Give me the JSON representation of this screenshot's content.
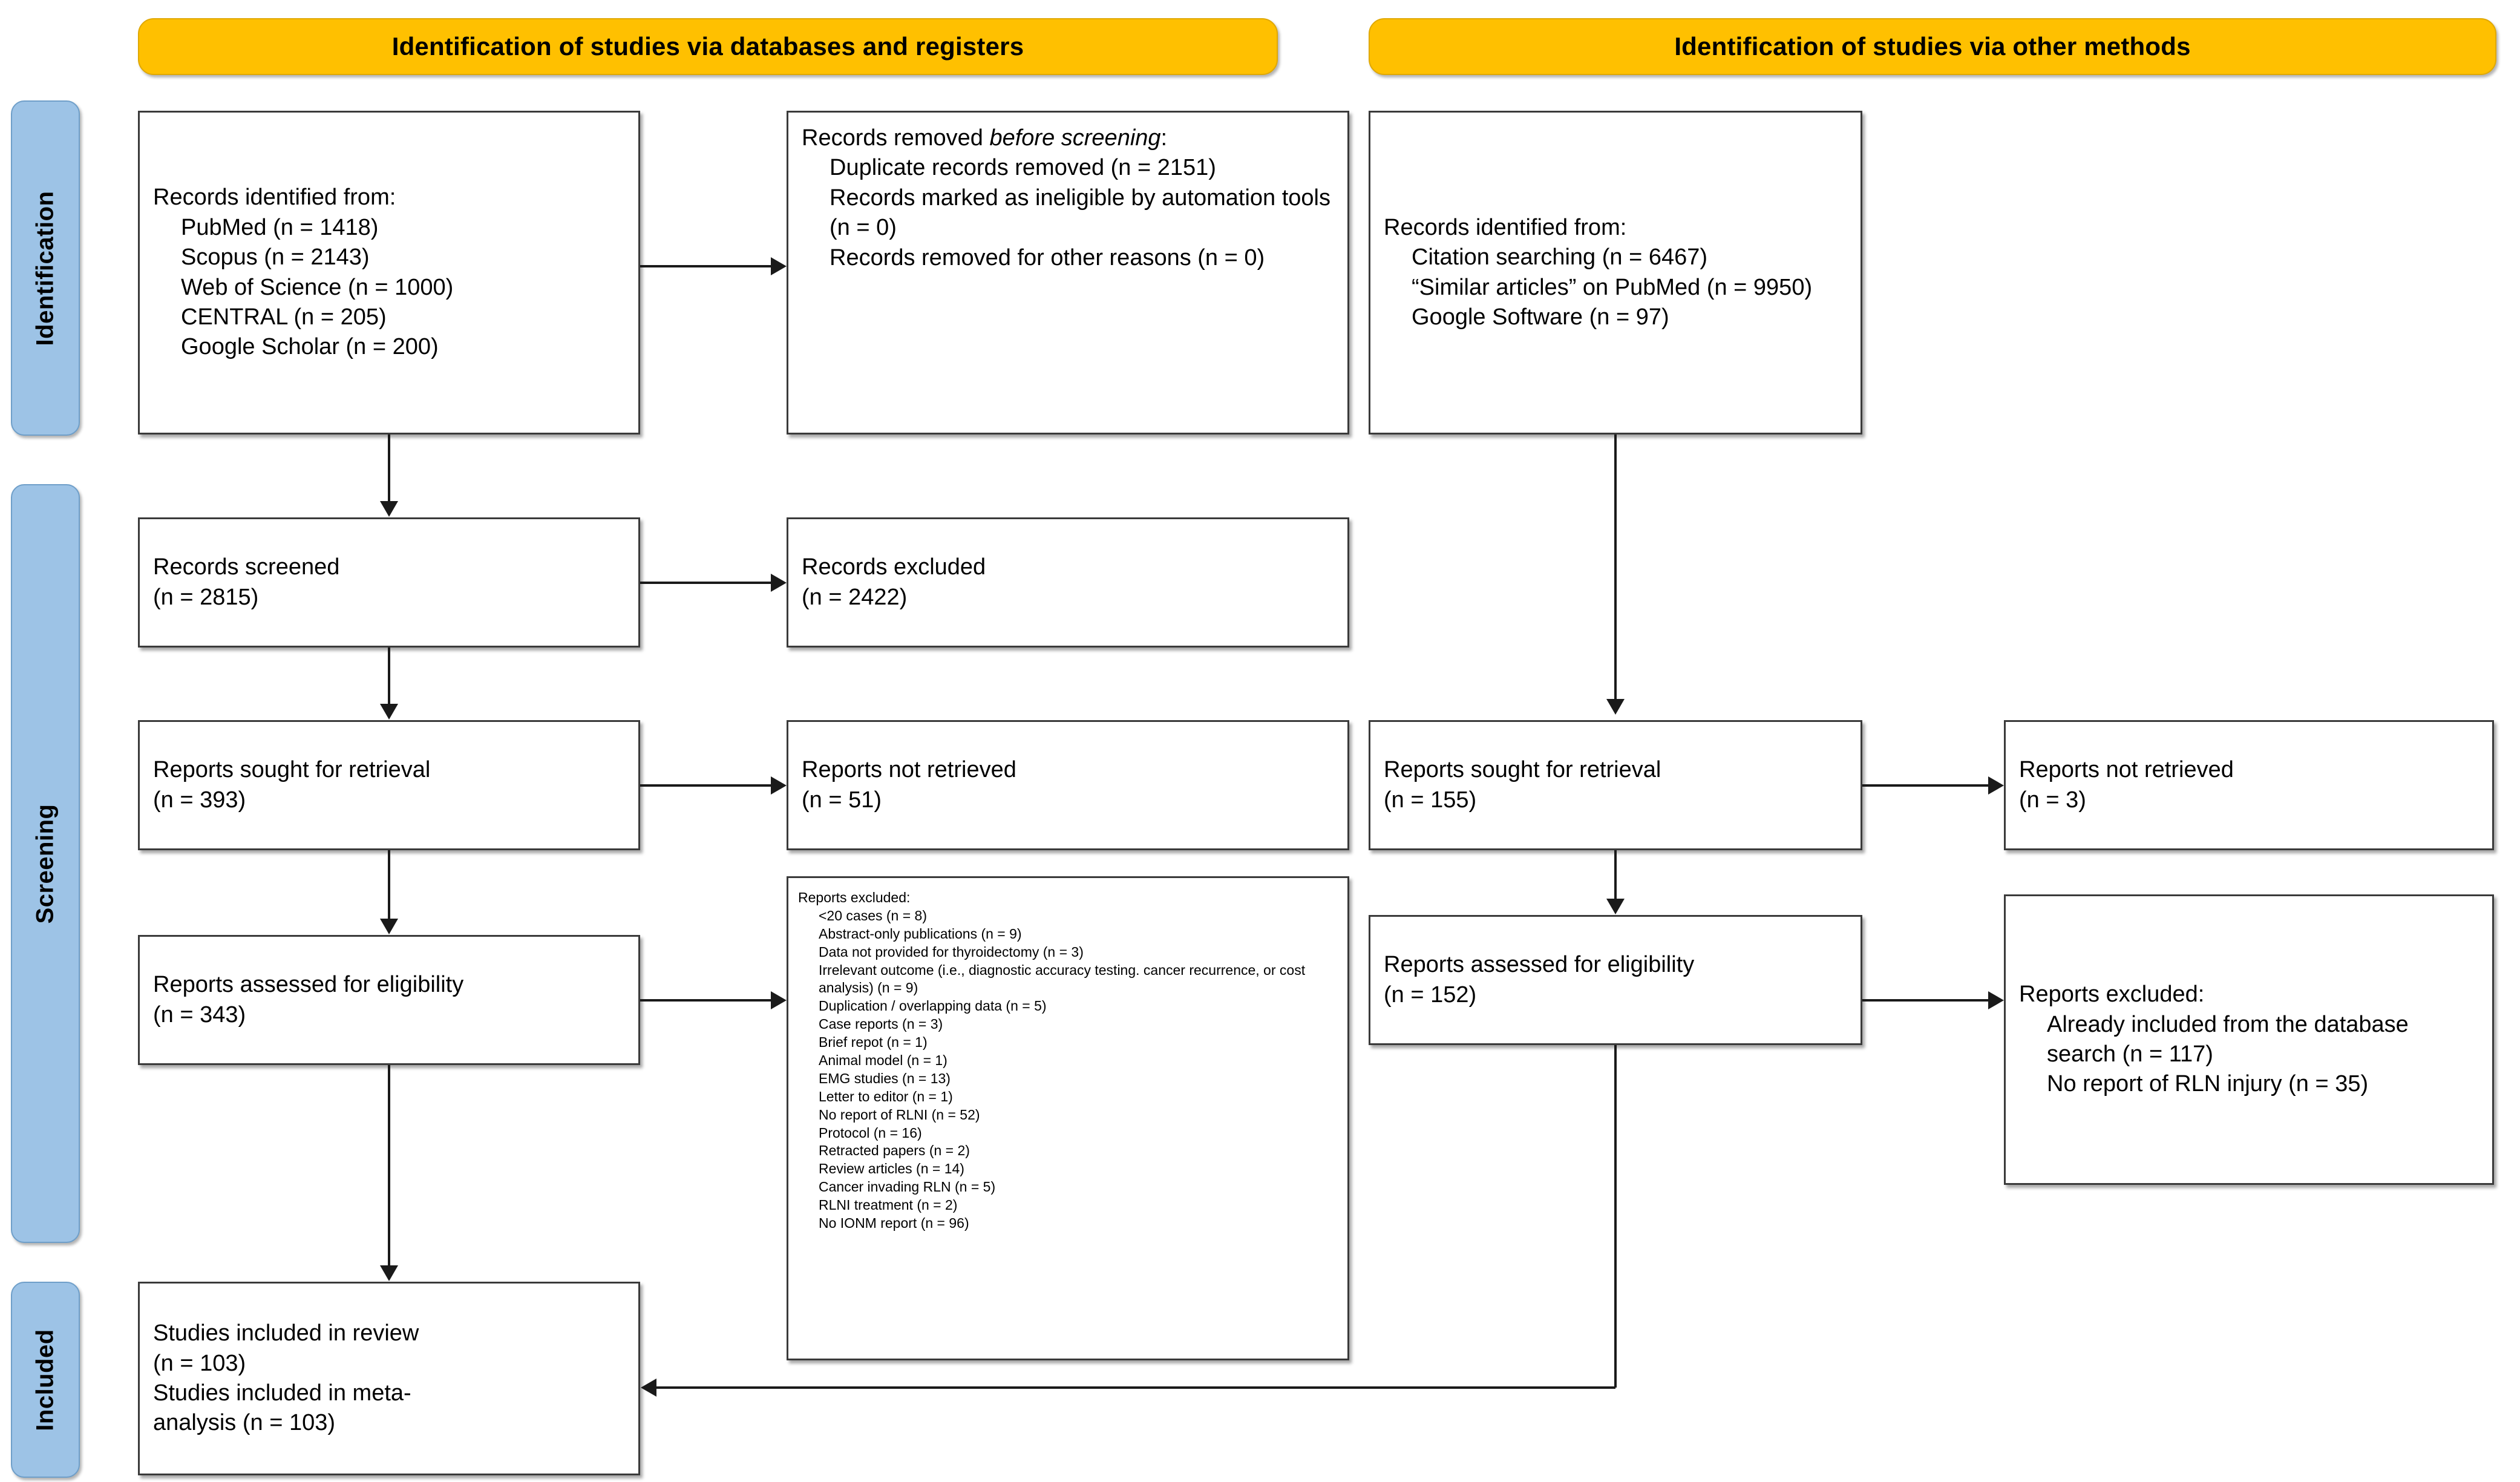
{
  "colors": {
    "banner_fill": "#FFC000",
    "stagebar_fill": "#9DC3E6",
    "box_border": "#3A3A3A",
    "connector": "#1A1A1A",
    "page_background": "#FFFFFF"
  },
  "banners": {
    "databases": "Identification of studies via databases and registers",
    "other_methods": "Identification of studies via other methods"
  },
  "stage_bars": {
    "identification": "Identification",
    "screening": "Screening",
    "included": "Included"
  },
  "left_column": {
    "records_identified": {
      "heading": "Records identified from:",
      "items": [
        "PubMed (n = 1418)",
        "Scopus (n = 2143)",
        "Web of Science (n = 1000)",
        "CENTRAL (n = 205)",
        "Google Scholar (n = 200)"
      ]
    },
    "records_screened": {
      "line1": "Records screened",
      "line2": "(n = 2815)"
    },
    "reports_sought": {
      "line1": "Reports sought for retrieval",
      "line2": "(n = 393)"
    },
    "reports_assessed": {
      "line1": "Reports assessed for eligibility",
      "line2": "(n = 343)"
    },
    "studies_included": {
      "line1": "Studies included in review",
      "line2": "(n = 103)",
      "line3": "Studies included in meta-",
      "line4": "analysis (n = 103)"
    }
  },
  "left_exclusions": {
    "records_removed_before_screening": {
      "heading_plain": "Records removed ",
      "heading_italic": "before screening",
      "heading_tail": ":",
      "items": [
        "Duplicate records removed (n = 2151)",
        "Records marked as ineligible by automation tools (n = 0)",
        "Records removed for other reasons (n = 0)"
      ]
    },
    "records_excluded": {
      "line1": "Records excluded",
      "line2": "(n = 2422)"
    },
    "reports_not_retrieved": {
      "line1": "Reports not retrieved",
      "line2": "(n = 51)"
    },
    "reports_excluded": {
      "heading": "Reports excluded:",
      "items": [
        "<20 cases (n = 8)",
        "Abstract-only publications (n = 9)",
        "Data not provided for thyroidectomy (n = 3)",
        "Irrelevant outcome (i.e., diagnostic accuracy testing. cancer recurrence, or cost analysis) (n = 9)",
        "Duplication / overlapping data (n = 5)",
        "Case reports (n = 3)",
        "Brief repot (n = 1)",
        "Animal model (n = 1)",
        "EMG studies (n = 13)",
        "Letter to editor (n = 1)",
        "No report of RLNI (n = 52)",
        "Protocol (n = 16)",
        "Retracted papers (n = 2)",
        "Review articles (n = 14)",
        "Cancer invading RLN (n = 5)",
        "RLNI treatment (n = 2)",
        "No IONM report (n = 96)"
      ]
    }
  },
  "right_column": {
    "records_identified": {
      "heading": "Records identified from:",
      "items": [
        "Citation searching (n = 6467)",
        "“Similar articles” on PubMed (n = 9950)",
        "Google Software (n = 97)"
      ]
    },
    "reports_sought": {
      "line1": "Reports sought for retrieval",
      "line2": "(n = 155)"
    },
    "reports_assessed": {
      "line1": "Reports assessed for eligibility",
      "line2": "(n = 152)"
    }
  },
  "right_exclusions": {
    "reports_not_retrieved": {
      "line1": "Reports not retrieved",
      "line2": "(n = 3)"
    },
    "reports_excluded": {
      "heading": "Reports excluded:",
      "items": [
        "Already included from the database search (n = 117)",
        "No report of RLN injury (n = 35)"
      ]
    }
  }
}
